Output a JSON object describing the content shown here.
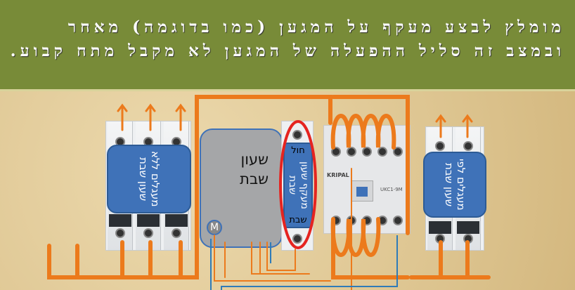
{
  "slide": {
    "title": "מומלץ לבצע מעקף על המגען (כמו בדוגמה) מאחר ובמצב זה סליל ההפעלה של המגען לא מקבל מתח קבוע."
  },
  "diagram": {
    "circuits_without_timer": "מעגלים ללא שעון שבת",
    "shabbat_timer": "שעון שבת",
    "motor_symbol": "M",
    "bypass_switch": {
      "top_label": "חול",
      "label": "מעקף שעון שבת",
      "bottom_label": "שבת"
    },
    "contactor": {
      "brand": "KRIPAL",
      "model": "UKC1-9M"
    },
    "circuits_with_timer": "מעגלים לפי שעון שבת"
  },
  "colors": {
    "header": "#788b38",
    "wire": "#ec7a1c",
    "label_box": "#3f72b8",
    "highlight": "#e52420",
    "neutral_wire": "#2f7bb8"
  }
}
